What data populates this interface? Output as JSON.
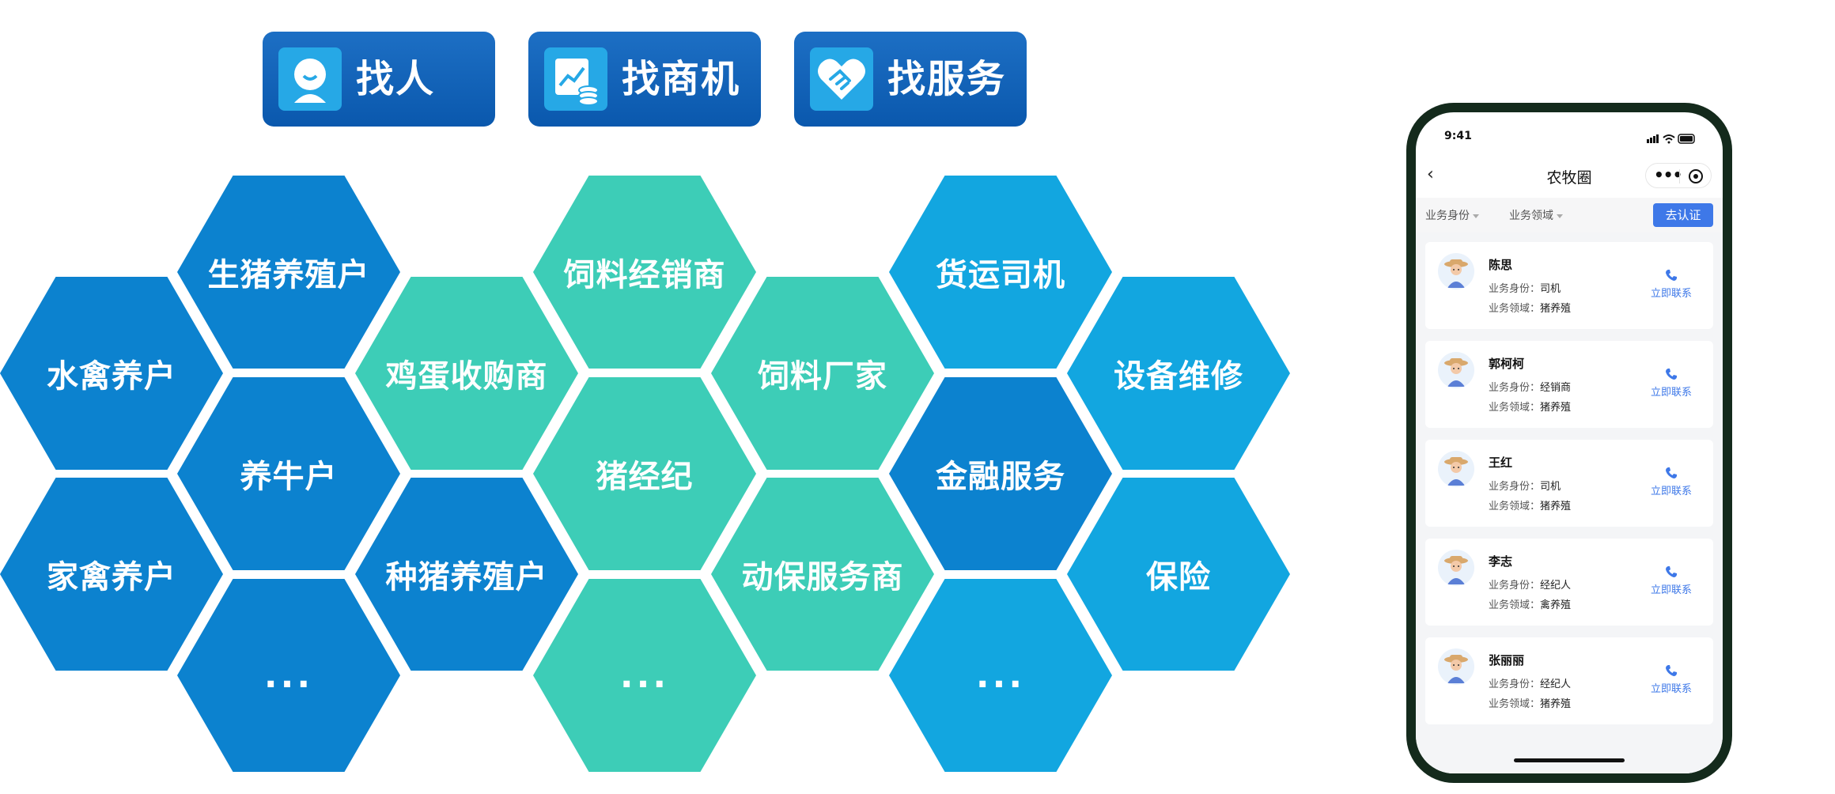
{
  "top_buttons": [
    {
      "label": "找人",
      "icon": "person-icon"
    },
    {
      "label": "找商机",
      "icon": "chart-coins-icon"
    },
    {
      "label": "找服务",
      "icon": "handshake-heart-icon"
    }
  ],
  "hex_groups": {
    "farmers": [
      "生猪养殖户",
      "水禽养户",
      "养牛户",
      "家禽养户",
      "种猪养殖户",
      "..."
    ],
    "traders": [
      "饲料经销商",
      "鸡蛋收购商",
      "饲料厂家",
      "猪经纪",
      "动保服务商",
      "..."
    ],
    "services": [
      "货运司机",
      "设备维修",
      "金融服务",
      "保险",
      "..."
    ]
  },
  "colors": {
    "dark_blue": "#0c82cf",
    "teal": "#3dcdb7",
    "sky_blue": "#12a6e0",
    "button": "#0a58ad",
    "accent": "#3e78e8",
    "phone_frame": "#142a1c"
  },
  "phone": {
    "status_time": "9:41",
    "nav_title": "农牧圈",
    "filters": [
      "业务身份",
      "业务领域"
    ],
    "certify_label": "去认证",
    "field_role_label": "业务身份：",
    "field_domain_label": "业务领域：",
    "contact_label": "立即联系",
    "contacts": [
      {
        "name": "陈思",
        "role": "司机",
        "domain": "猪养殖"
      },
      {
        "name": "郭柯柯",
        "role": "经销商",
        "domain": "猪养殖"
      },
      {
        "name": "王红",
        "role": "司机",
        "domain": "猪养殖"
      },
      {
        "name": "李志",
        "role": "经纪人",
        "domain": "禽养殖"
      },
      {
        "name": "张丽丽",
        "role": "经纪人",
        "domain": "猪养殖"
      }
    ]
  }
}
